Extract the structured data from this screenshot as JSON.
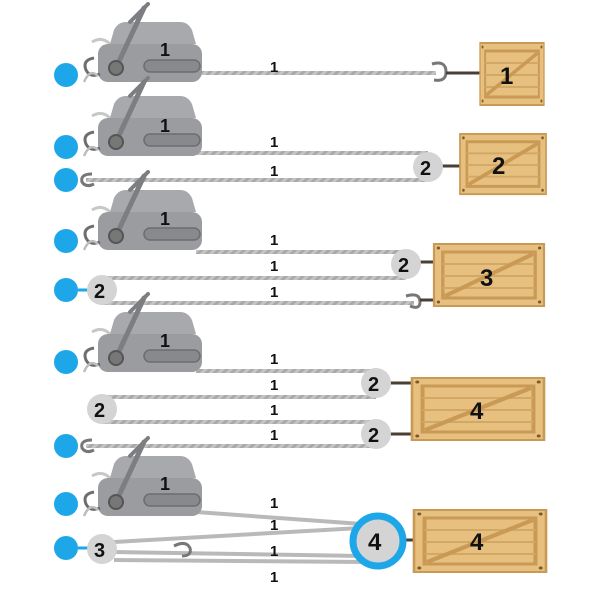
{
  "colors": {
    "anchor": "#1ea7e8",
    "rope": "#b9b9b9",
    "winch_body": "#9a9ca0",
    "winch_dark": "#5e6064",
    "crate_fill": "#e7c07f",
    "crate_frame": "#c99a55",
    "pulley": "#d4d4d4",
    "big_pulley_ring": "#1ea7e8"
  },
  "rows": [
    {
      "winch_label": "1",
      "rope_labels": [
        "1"
      ],
      "crate_label": "1"
    },
    {
      "winch_label": "1",
      "rope_labels": [
        "1",
        "1"
      ],
      "pulley_labels": [
        "2"
      ],
      "crate_label": "2"
    },
    {
      "winch_label": "1",
      "rope_labels": [
        "1",
        "1",
        "1"
      ],
      "pulley_labels": [
        "2",
        "2"
      ],
      "crate_label": "3"
    },
    {
      "winch_label": "1",
      "rope_labels": [
        "1",
        "1",
        "1",
        "1"
      ],
      "pulley_labels": [
        "2",
        "2",
        "2"
      ],
      "crate_label": "4"
    },
    {
      "winch_label": "1",
      "rope_labels": [
        "1",
        "1",
        "1",
        "1"
      ],
      "pulley_labels": [
        "3",
        "4"
      ],
      "crate_label": "4"
    }
  ]
}
